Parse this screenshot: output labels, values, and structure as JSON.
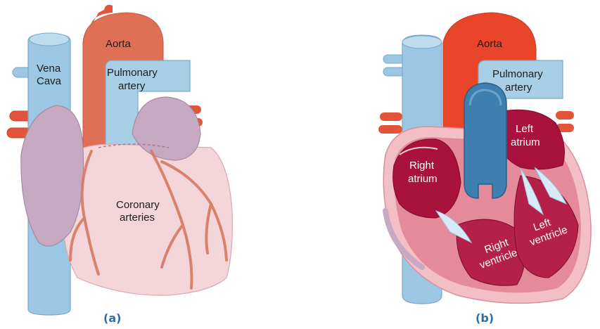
{
  "figure_a": {
    "caption": "(a)",
    "labels": {
      "aorta": "Aorta",
      "vena_cava_line1": "Vena",
      "vena_cava_line2": "Cava",
      "pulmonary_line1": "Pulmonary",
      "pulmonary_line2": "artery",
      "coronary_line1": "Coronary",
      "coronary_line2": "arteries"
    }
  },
  "figure_b": {
    "caption": "(b)",
    "labels": {
      "aorta": "Aorta",
      "pulmonary_line1": "Pulmonary",
      "pulmonary_line2": "artery",
      "left_atrium_line1": "Left",
      "left_atrium_line2": "atrium",
      "right_atrium_line1": "Right",
      "right_atrium_line2": "atrium",
      "left_ventricle_line1": "Left",
      "left_ventricle_line2": "ventricle",
      "right_ventricle_line1": "Right",
      "right_ventricle_line2": "ventricle"
    }
  },
  "colors": {
    "vein_blue": "#9cc7e2",
    "aorta_red": "#e2553a",
    "heart_pink": "#f4d6da",
    "atrium_purple": "#c8a9c2",
    "chamber_crimson": "#a8123c",
    "caption_blue": "#2f6fa8"
  }
}
